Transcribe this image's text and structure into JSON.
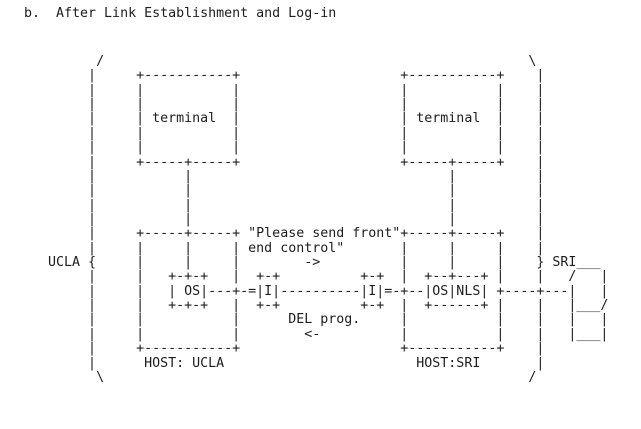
{
  "title": "b.  After Link Establishment and Log-in",
  "elements": {
    "left_site_label": "UCLA",
    "right_site_label": "SRI",
    "left_terminal_label": "terminal",
    "right_terminal_label": "terminal",
    "left_host_label": "HOST: UCLA",
    "right_host_label": "HOST:SRI",
    "left_os_box": "OS",
    "right_os_box": "OS",
    "right_nls_box": "NLS",
    "interface_boxes": "I",
    "message_forward_line1": "\"Please send front\"",
    "message_forward_line2": "end control\"",
    "message_forward_arrow": "->",
    "message_back": "DEL prog.",
    "message_back_arrow": "<-"
  },
  "diagram": {
    "lines": [
      "            /                                                     \\",
      "           |     +-----------+                    +-----------+    |",
      "           |     |           |                    |           |    |",
      "           |     |           |                    |           |    |",
      "           |     | terminal  |                    | terminal  |    |",
      "           |     |           |                    |           |    |",
      "           |     |           |                    |           |    |",
      "           |     +-----+-----+                    +-----+-----+    |",
      "           |           |                                |          |",
      "           |           |                                |          |",
      "           |           |                                |          |",
      "           |           |                                |          |",
      "           |     +-----+-----+ \"Please send front\"+-----+-----+    |",
      "           |     |     |     | end control\"       |     |     |    |",
      "      UCLA {     |     |     |        ->          |     |     |    } SRI___",
      "           |     |   +-+-+   |  +-+          +-+  |  +--+---+ |    |   /   |",
      "           |     |   | OS|---+-=|I|----------|I|=-+--|OS|NLS| +----+---|   |",
      "           |     |   +-+-+   |  +-+          +-+  |  +------+ |    |   |___/",
      "           |     |           |      DEL prog.     |           |    |   |   |",
      "           |     |           |        <-          |           |    |   |___|",
      "           |     +-----------+                    +-----------+    |",
      "           |      HOST: UCLA                        HOST:SRI       |",
      "            \\                                                     /"
    ]
  }
}
